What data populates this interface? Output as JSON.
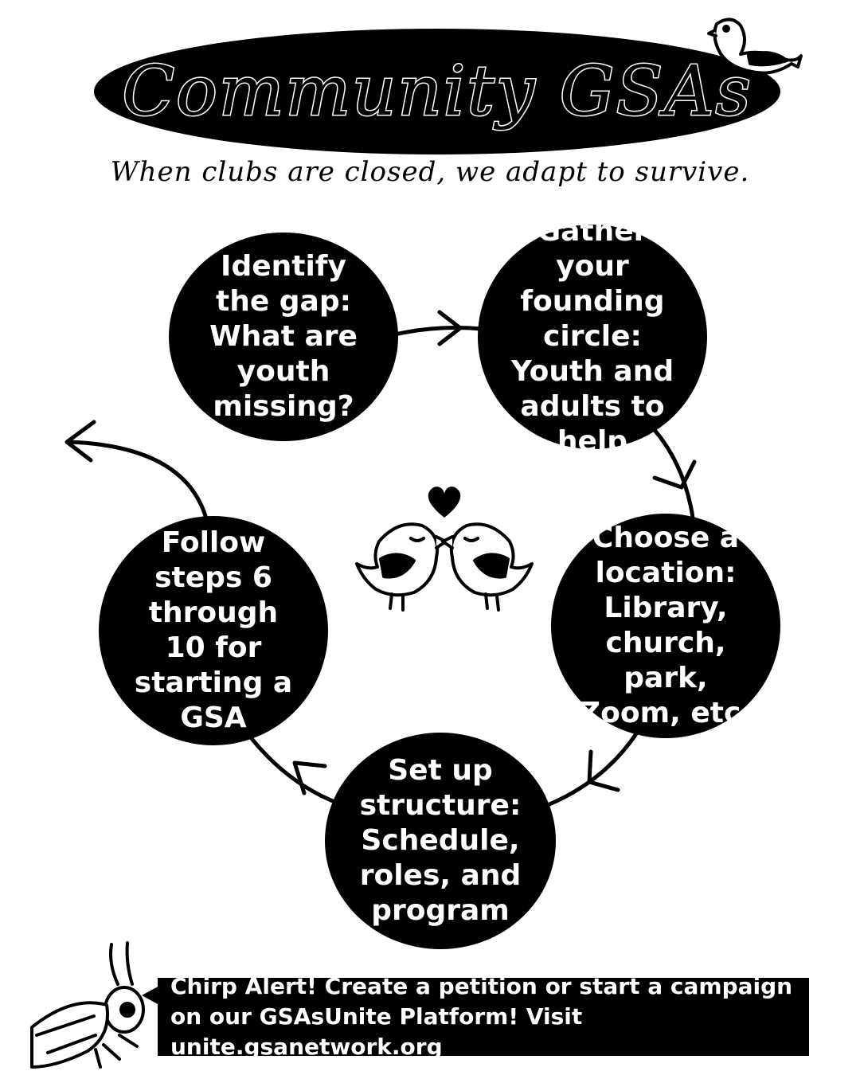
{
  "title": "Community GSAs",
  "subtitle": "When clubs are closed, we adapt to survive.",
  "steps": [
    {
      "text": "Identify the gap: What are youth missing?"
    },
    {
      "text": "Gather your founding circle: Youth and adults to help"
    },
    {
      "text": "Choose a location: Library, church, park, Zoom, etc."
    },
    {
      "text": "Set up structure: Schedule, roles, and program"
    },
    {
      "text": "Follow steps 6 through 10 for starting a GSA"
    }
  ],
  "banner": {
    "text": "Chirp Alert! Create a petition or start a campaign on our GSAsUnite Platform! Visit unite.gsanetwork.org"
  },
  "colors": {
    "ink": "#000000",
    "paper": "#ffffff"
  },
  "icons": [
    "bird-icon",
    "heart-icon",
    "lovebirds-icon",
    "cricket-icon",
    "arrow-icon"
  ]
}
